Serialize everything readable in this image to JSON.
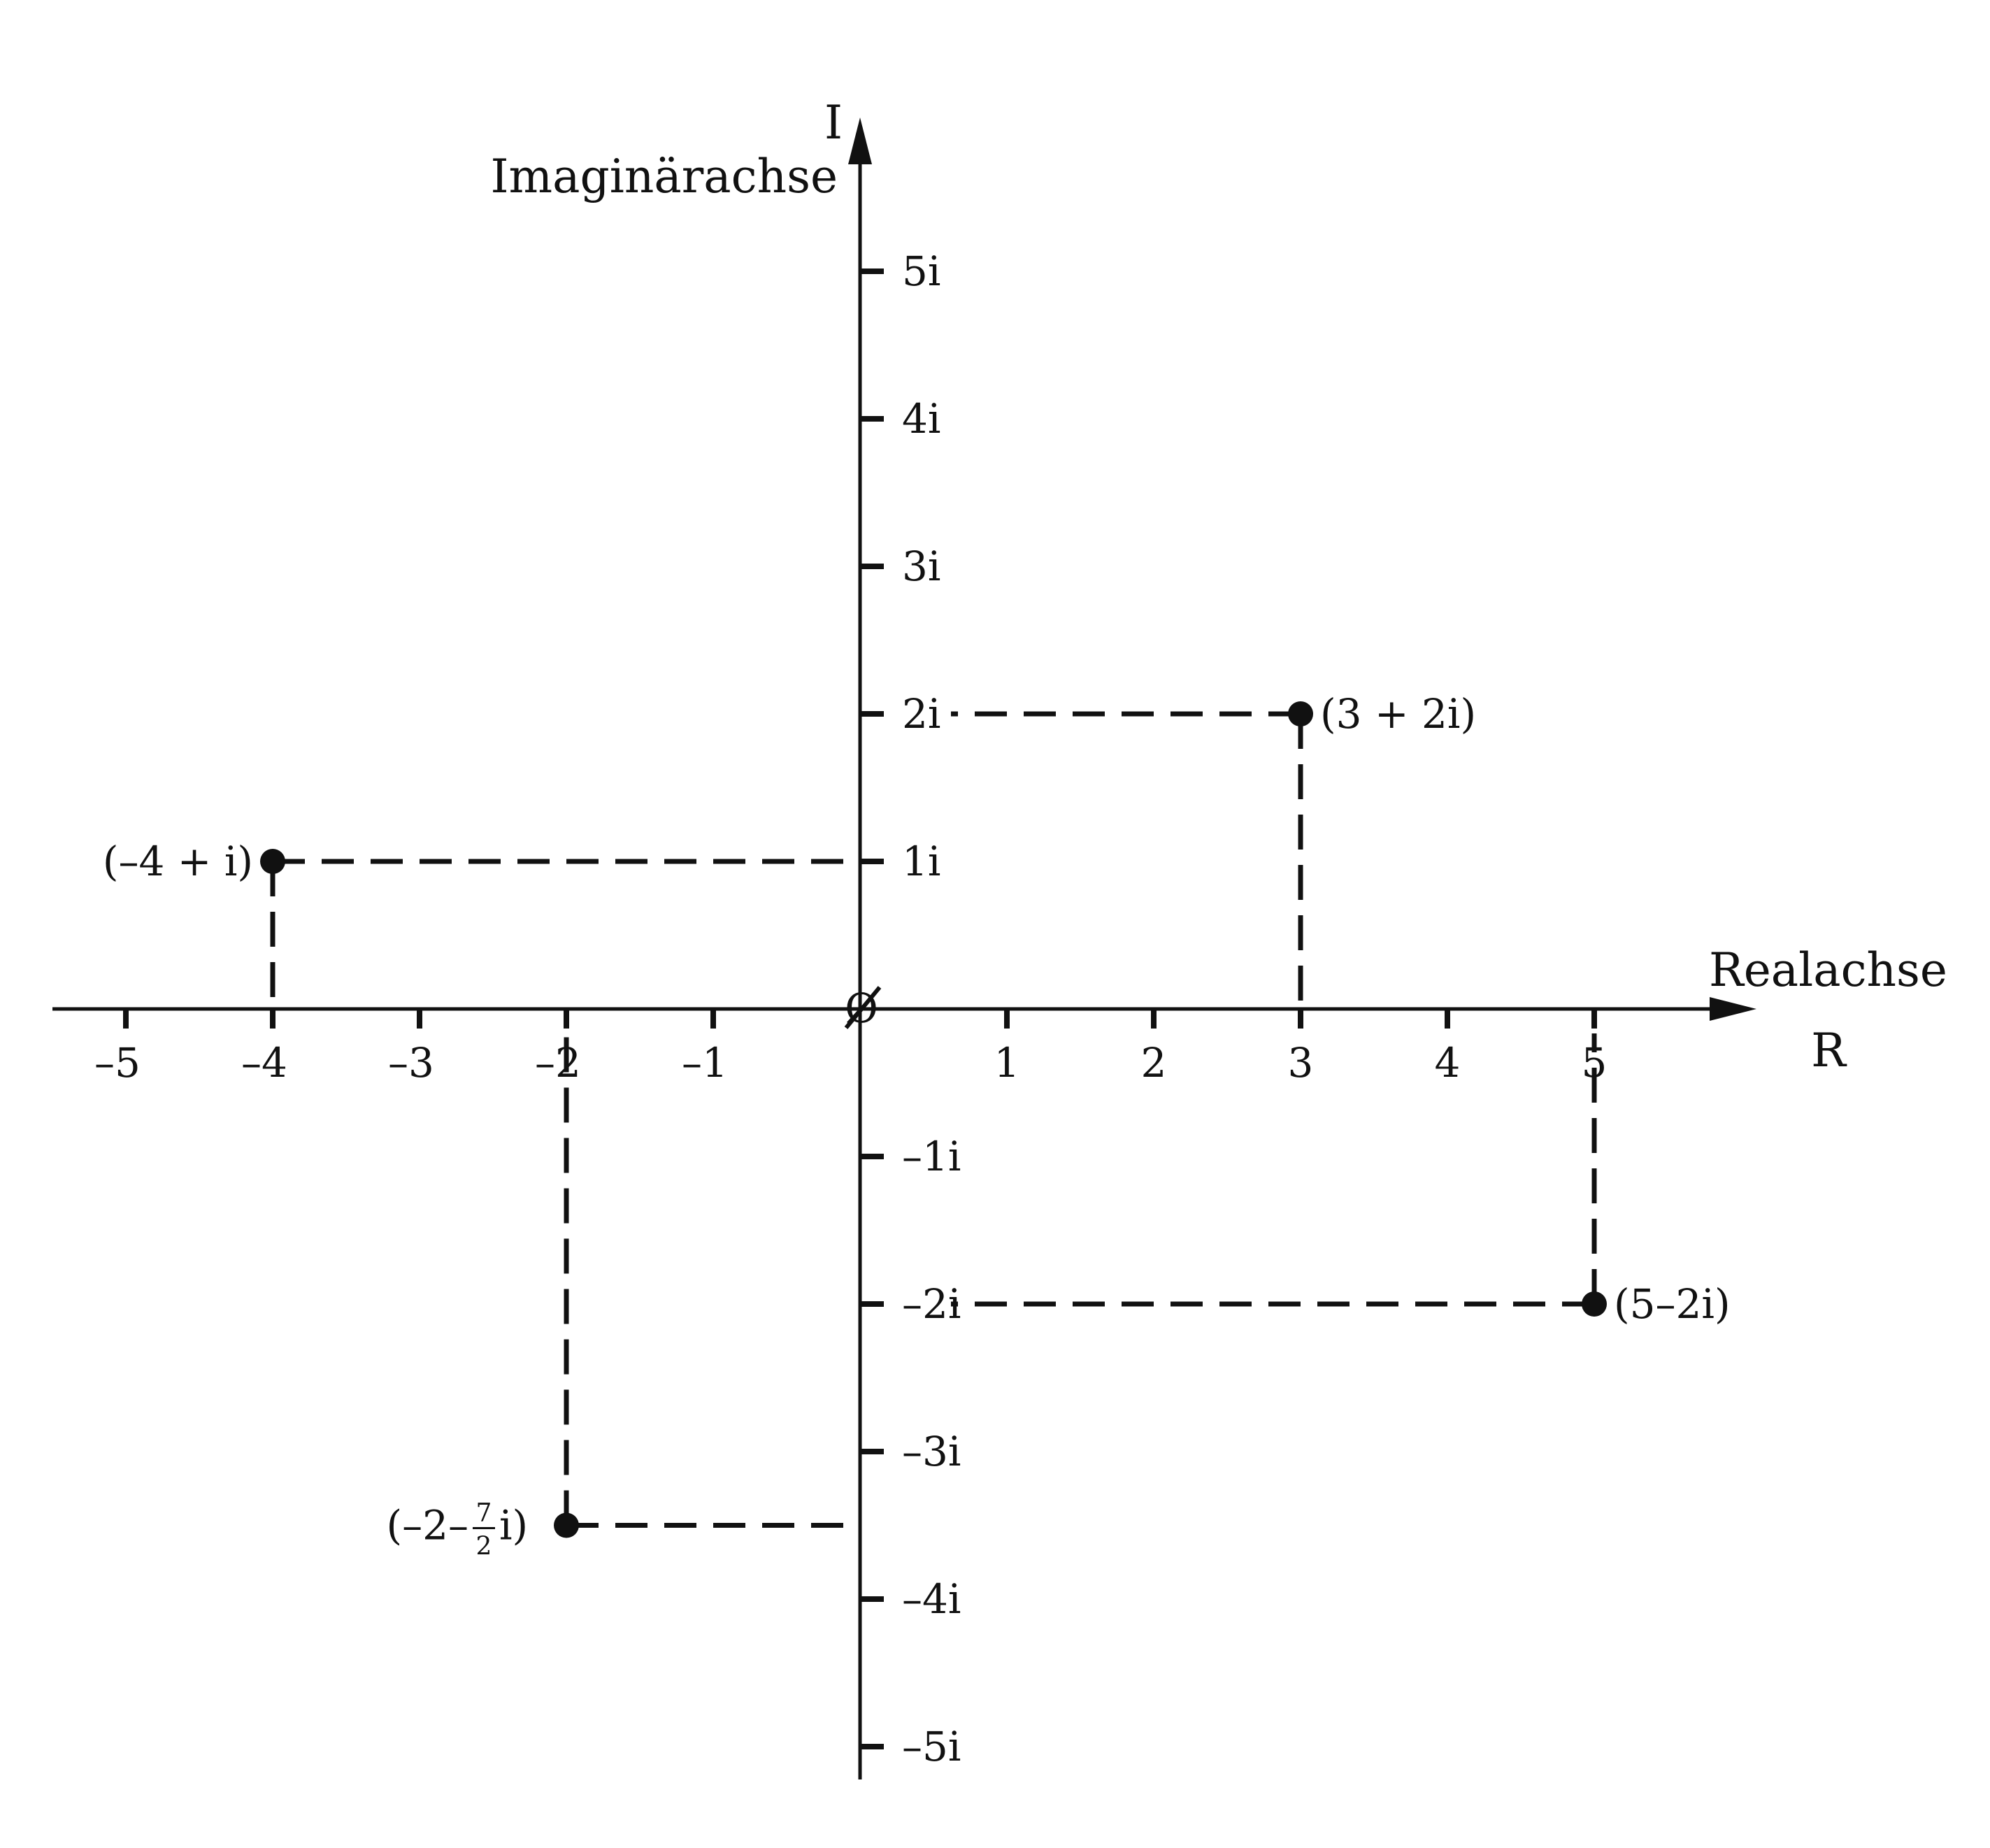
{
  "diagram": {
    "type": "complex-plane",
    "x_axis": {
      "title": "Realachse",
      "symbol": "R",
      "range": [
        -5.5,
        6.3
      ],
      "ticks": [
        {
          "value": -5,
          "label": "–5"
        },
        {
          "value": -4,
          "label": "–4"
        },
        {
          "value": -3,
          "label": "–3"
        },
        {
          "value": -2,
          "label": "–2"
        },
        {
          "value": -1,
          "label": "–1"
        },
        {
          "value": 1,
          "label": "1"
        },
        {
          "value": 2,
          "label": "2"
        },
        {
          "value": 3,
          "label": "3"
        },
        {
          "value": 4,
          "label": "4"
        },
        {
          "value": 5,
          "label": "5"
        }
      ]
    },
    "y_axis": {
      "title": "Imaginärachse",
      "symbol": "I",
      "range": [
        -5.3,
        6.0
      ],
      "ticks": [
        {
          "value": 5,
          "label": "5i"
        },
        {
          "value": 4,
          "label": "4i"
        },
        {
          "value": 3,
          "label": "3i"
        },
        {
          "value": 2,
          "label": "2i"
        },
        {
          "value": 1,
          "label": "1i"
        },
        {
          "value": -1,
          "label": "–1i"
        },
        {
          "value": -2,
          "label": "–2i"
        },
        {
          "value": -3,
          "label": "–3i"
        },
        {
          "value": -4,
          "label": "–4i"
        },
        {
          "value": -5,
          "label": "–5i"
        }
      ]
    },
    "origin_symbol": "Ø",
    "points": [
      {
        "re": 3,
        "im": 2,
        "label": "(3 + 2i)",
        "label_side": "right"
      },
      {
        "re": -4,
        "im": 1,
        "label": "(–4 + i)",
        "label_side": "left"
      },
      {
        "re": 5,
        "im": -2,
        "label": "(5–2i)",
        "label_side": "right"
      },
      {
        "re": -2,
        "im": -3.5,
        "label_prefix": "(–2–",
        "frac_num": "7",
        "frac_den": "2",
        "label_suffix": "i)",
        "label_side": "left"
      }
    ],
    "color": "#111111"
  }
}
